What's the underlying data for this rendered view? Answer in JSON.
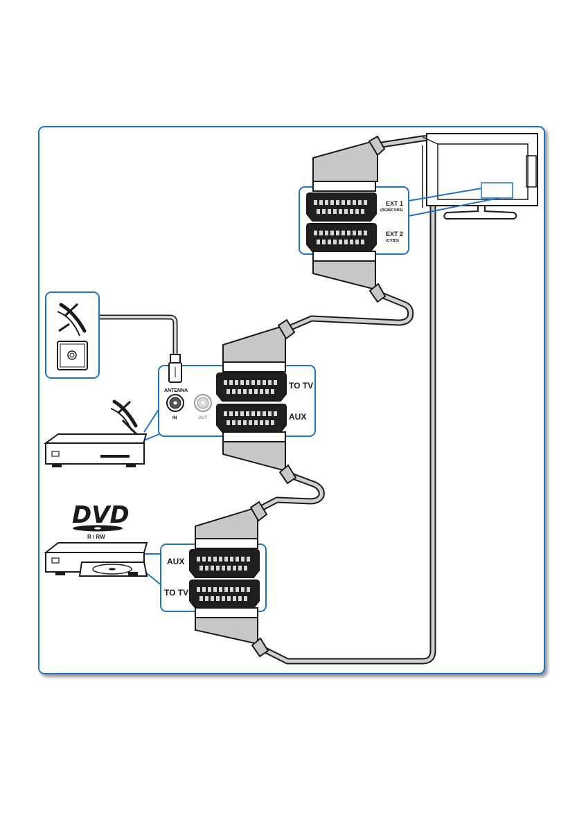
{
  "colors": {
    "frame": "#1f73c4",
    "plug_body": "#c8c8c8",
    "plug_outline": "#1a1a1a",
    "cable": "#d0d0d0",
    "connector_dark": "#1f1f1f"
  },
  "tv": {
    "ext1_label": "EXT 1",
    "ext1_sub": "(RGB/CVBS)",
    "ext2_label": "EXT 2",
    "ext2_sub": "(CVBS)"
  },
  "receiver": {
    "antenna_label": "ANTENNA",
    "in_label": "IN",
    "out_label": "OUT",
    "to_tv_label": "TO TV",
    "aux_label": "AUX"
  },
  "dvd": {
    "logo_text": "DVD",
    "logo_sub": "R / RW",
    "aux_label": "AUX",
    "to_tv_label": "TO TV"
  },
  "icons": {
    "satellite_dish": "satellite-dish-icon",
    "wall_socket": "antenna-wall-socket-icon",
    "satellite_receiver": "satellite-receiver-icon",
    "dvd_recorder": "dvd-recorder-icon",
    "television": "tv-icon"
  }
}
